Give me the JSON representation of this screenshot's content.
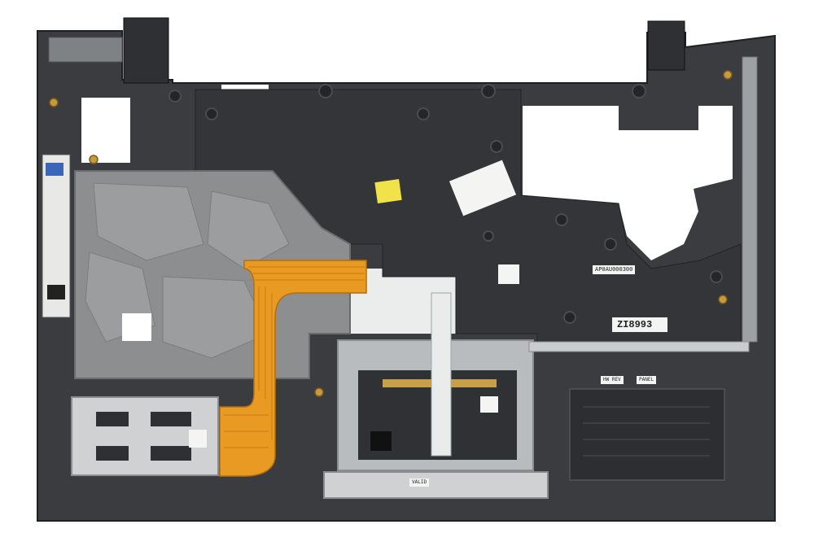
{
  "labels": {
    "part_number": "AP0AU000300",
    "serial": "ZI8993",
    "touchpad_label_top": "VALID",
    "right_label_line1": "PANEL",
    "right_label_line2": "HW REV"
  },
  "colors": {
    "background": "#ffffff",
    "plastic": "#3a3c40",
    "plastic_dark": "#2b2d30",
    "metal": "#8d8e8f",
    "flex_cable": "#e89a22",
    "bracket": "#c9ccce"
  }
}
